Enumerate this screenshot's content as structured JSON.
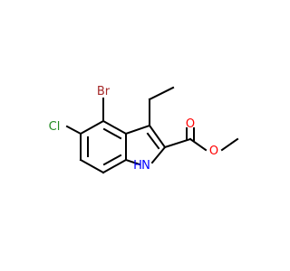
{
  "molecule": {
    "atoms": [
      {
        "id": "br",
        "symbol": "Br",
        "color": "#A52A2A"
      },
      {
        "id": "cl",
        "symbol": "Cl",
        "color": "#228B22"
      },
      {
        "id": "o_carbonyl",
        "symbol": "O",
        "color": "#FF0000"
      },
      {
        "id": "o_ester",
        "symbol": "O",
        "color": "#FF0000"
      },
      {
        "id": "n",
        "symbol": "N",
        "color": "#0000FF"
      },
      {
        "id": "h_n",
        "symbol": "H",
        "color": "#0000FF"
      }
    ],
    "bond_color": "#000000"
  }
}
